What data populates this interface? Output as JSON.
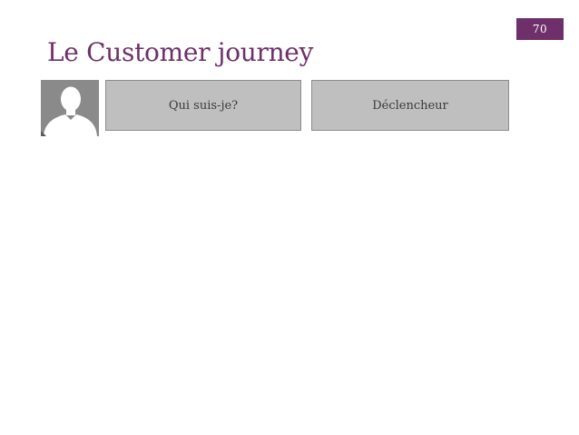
{
  "slide": {
    "page_number": "70",
    "title": "Le Customer journey",
    "avatar_icon": "user-silhouette-icon",
    "steps": [
      {
        "label": "Qui suis-je?"
      },
      {
        "label": "Déclencheur"
      }
    ],
    "colors": {
      "accent": "#6e2f6b",
      "box_fill": "#bfbfbf",
      "box_border": "#8c8c8c",
      "avatar_bg": "#8a8a8a",
      "avatar_silhouette": "#ffffff"
    }
  }
}
